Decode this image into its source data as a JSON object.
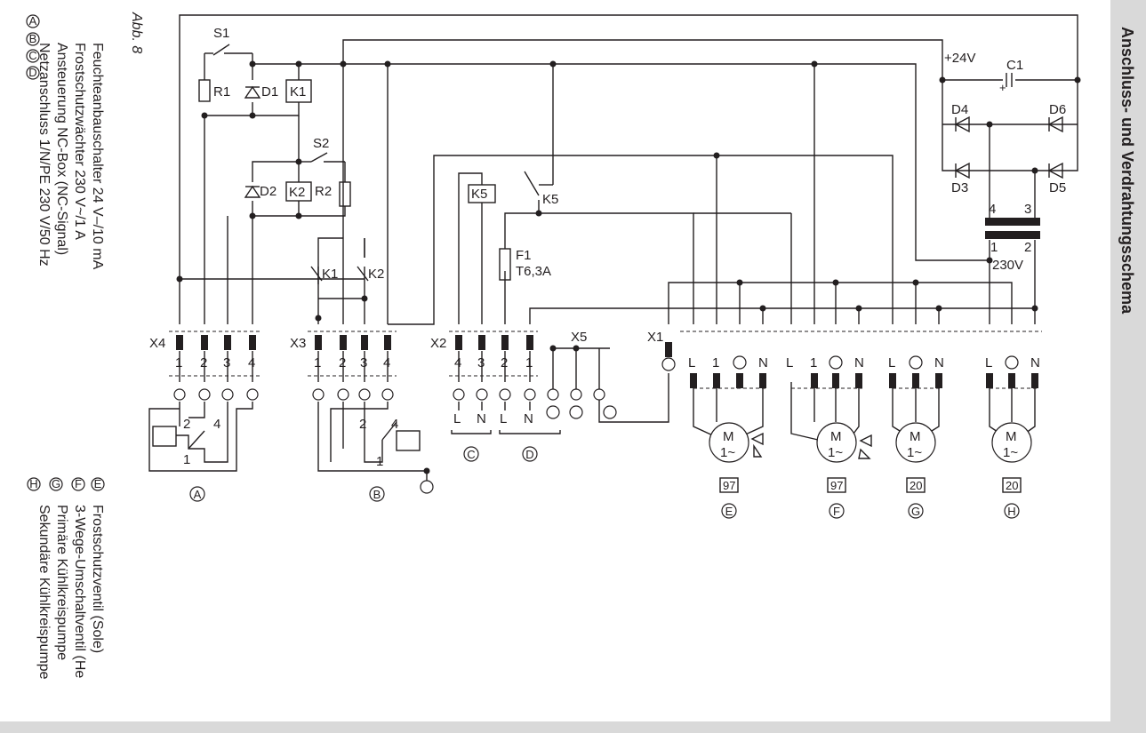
{
  "header": {
    "title": "Anschluss- und Verdrahtungsschema",
    "figure": "Abb. 8"
  },
  "legend_left": [
    {
      "letter": "A",
      "text": "Feuchteanbauschalter 24 V–/10 mA"
    },
    {
      "letter": "B",
      "text": "Frostschutzwächter 230 V~/1 A"
    },
    {
      "letter": "C",
      "text": "Ansteuerung NC-Box (NC-Signal)"
    },
    {
      "letter": "D",
      "text": "Netzanschluss 1/N/PE 230 V/50 Hz"
    }
  ],
  "legend_right": [
    {
      "letter": "E",
      "text": "Frostschutzventil (Sole)"
    },
    {
      "letter": "F",
      "text": "3-Wege-Umschaltventil (He"
    },
    {
      "letter": "G",
      "text": "Primäre Kühlkreispumpe"
    },
    {
      "letter": "H",
      "text": "Sekundäre Kühlkreispumpe"
    }
  ],
  "components": {
    "s1": "S1",
    "s2": "S2",
    "r1": "R1",
    "r2": "R2",
    "d1": "D1",
    "d2": "D2",
    "d3": "D3",
    "d4": "D4",
    "d5": "D5",
    "d6": "D6",
    "k1": "K1",
    "k2": "K2",
    "k5": "K5",
    "c1": "C1",
    "f1": "F1",
    "f1_rating": "T6,3A",
    "v24": "+24V",
    "v230": "230V",
    "plus": "+",
    "tr4": "4",
    "tr3": "3",
    "tr1": "1",
    "tr2": "2"
  },
  "terminals": {
    "x4": {
      "label": "X4",
      "pins": [
        "1",
        "2",
        "3",
        "4"
      ]
    },
    "x3": {
      "label": "X3",
      "pins": [
        "1",
        "2",
        "3",
        "4"
      ]
    },
    "x2": {
      "label": "X2",
      "pins": [
        "4",
        "3",
        "2",
        "1"
      ]
    },
    "x5": {
      "label": "X5"
    },
    "x1": {
      "label": "X1",
      "pins": [
        "L",
        "1",
        "N",
        "L",
        "1",
        "N",
        "L",
        "N",
        "L",
        "N"
      ]
    }
  },
  "devices": {
    "a_letter": "A",
    "b_letter": "B",
    "c_letter": "C",
    "d_letter": "D",
    "e_letter": "E",
    "f_letter": "F",
    "g_letter": "G",
    "h_letter": "H",
    "sw_2": "2",
    "sw_4": "4",
    "sw_1": "1",
    "c_l": "L",
    "c_n": "N",
    "d_l": "L",
    "d_n": "N",
    "motor_m": "M",
    "motor_phase": "1~",
    "e_code": "97",
    "f_code": "97",
    "g_code": "20",
    "h_code": "20"
  }
}
